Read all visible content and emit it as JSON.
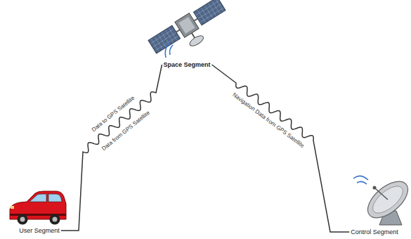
{
  "diagram": {
    "nodes": [
      {
        "text": [
          "Space Segment"
        ]
      },
      {
        "text": [
          "User Segment"
        ]
      },
      {
        "text": [
          "Control Segment"
        ]
      }
    ],
    "edges": [
      {
        "from": 1,
        "to": 0,
        "arrow": "none",
        "label": "Data to GPS Satellite"
      },
      {
        "from": 0,
        "to": 2,
        "arrow": "none",
        "label": "Navigation Data from GPS Satellite"
      }
    ],
    "labels": [
      "Data from GPS Satellite"
    ]
  }
}
